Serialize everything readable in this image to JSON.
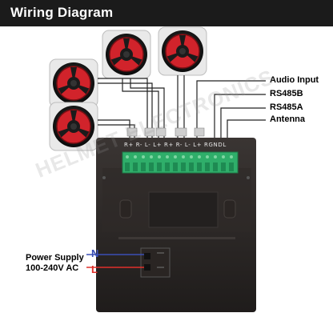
{
  "header": {
    "title": "Wiring Diagram"
  },
  "labels": {
    "audio_input": "Audio Input",
    "rs485b": "RS485B",
    "rs485a": "RS485A",
    "antenna": "Antenna"
  },
  "terminal_strip": "R+ R- L- L+ R+ R- L- L+ RGNDL",
  "power": {
    "line1": "Power Supply",
    "line2": "100-240V AC",
    "neutral": "N",
    "live": "L",
    "neutral_color": "#3a4fb5",
    "live_color": "#e0302a"
  },
  "watermark": "HELMET ELECTRONICS",
  "colors": {
    "header_bg": "#1b1b1b",
    "panel": "#2a2624",
    "terminal_green": "#2fae6a",
    "speaker_red": "#c9202a"
  },
  "icons": [
    "ceiling-speaker-icon",
    "ceiling-speaker-icon",
    "ceiling-speaker-icon",
    "ceiling-speaker-icon"
  ]
}
